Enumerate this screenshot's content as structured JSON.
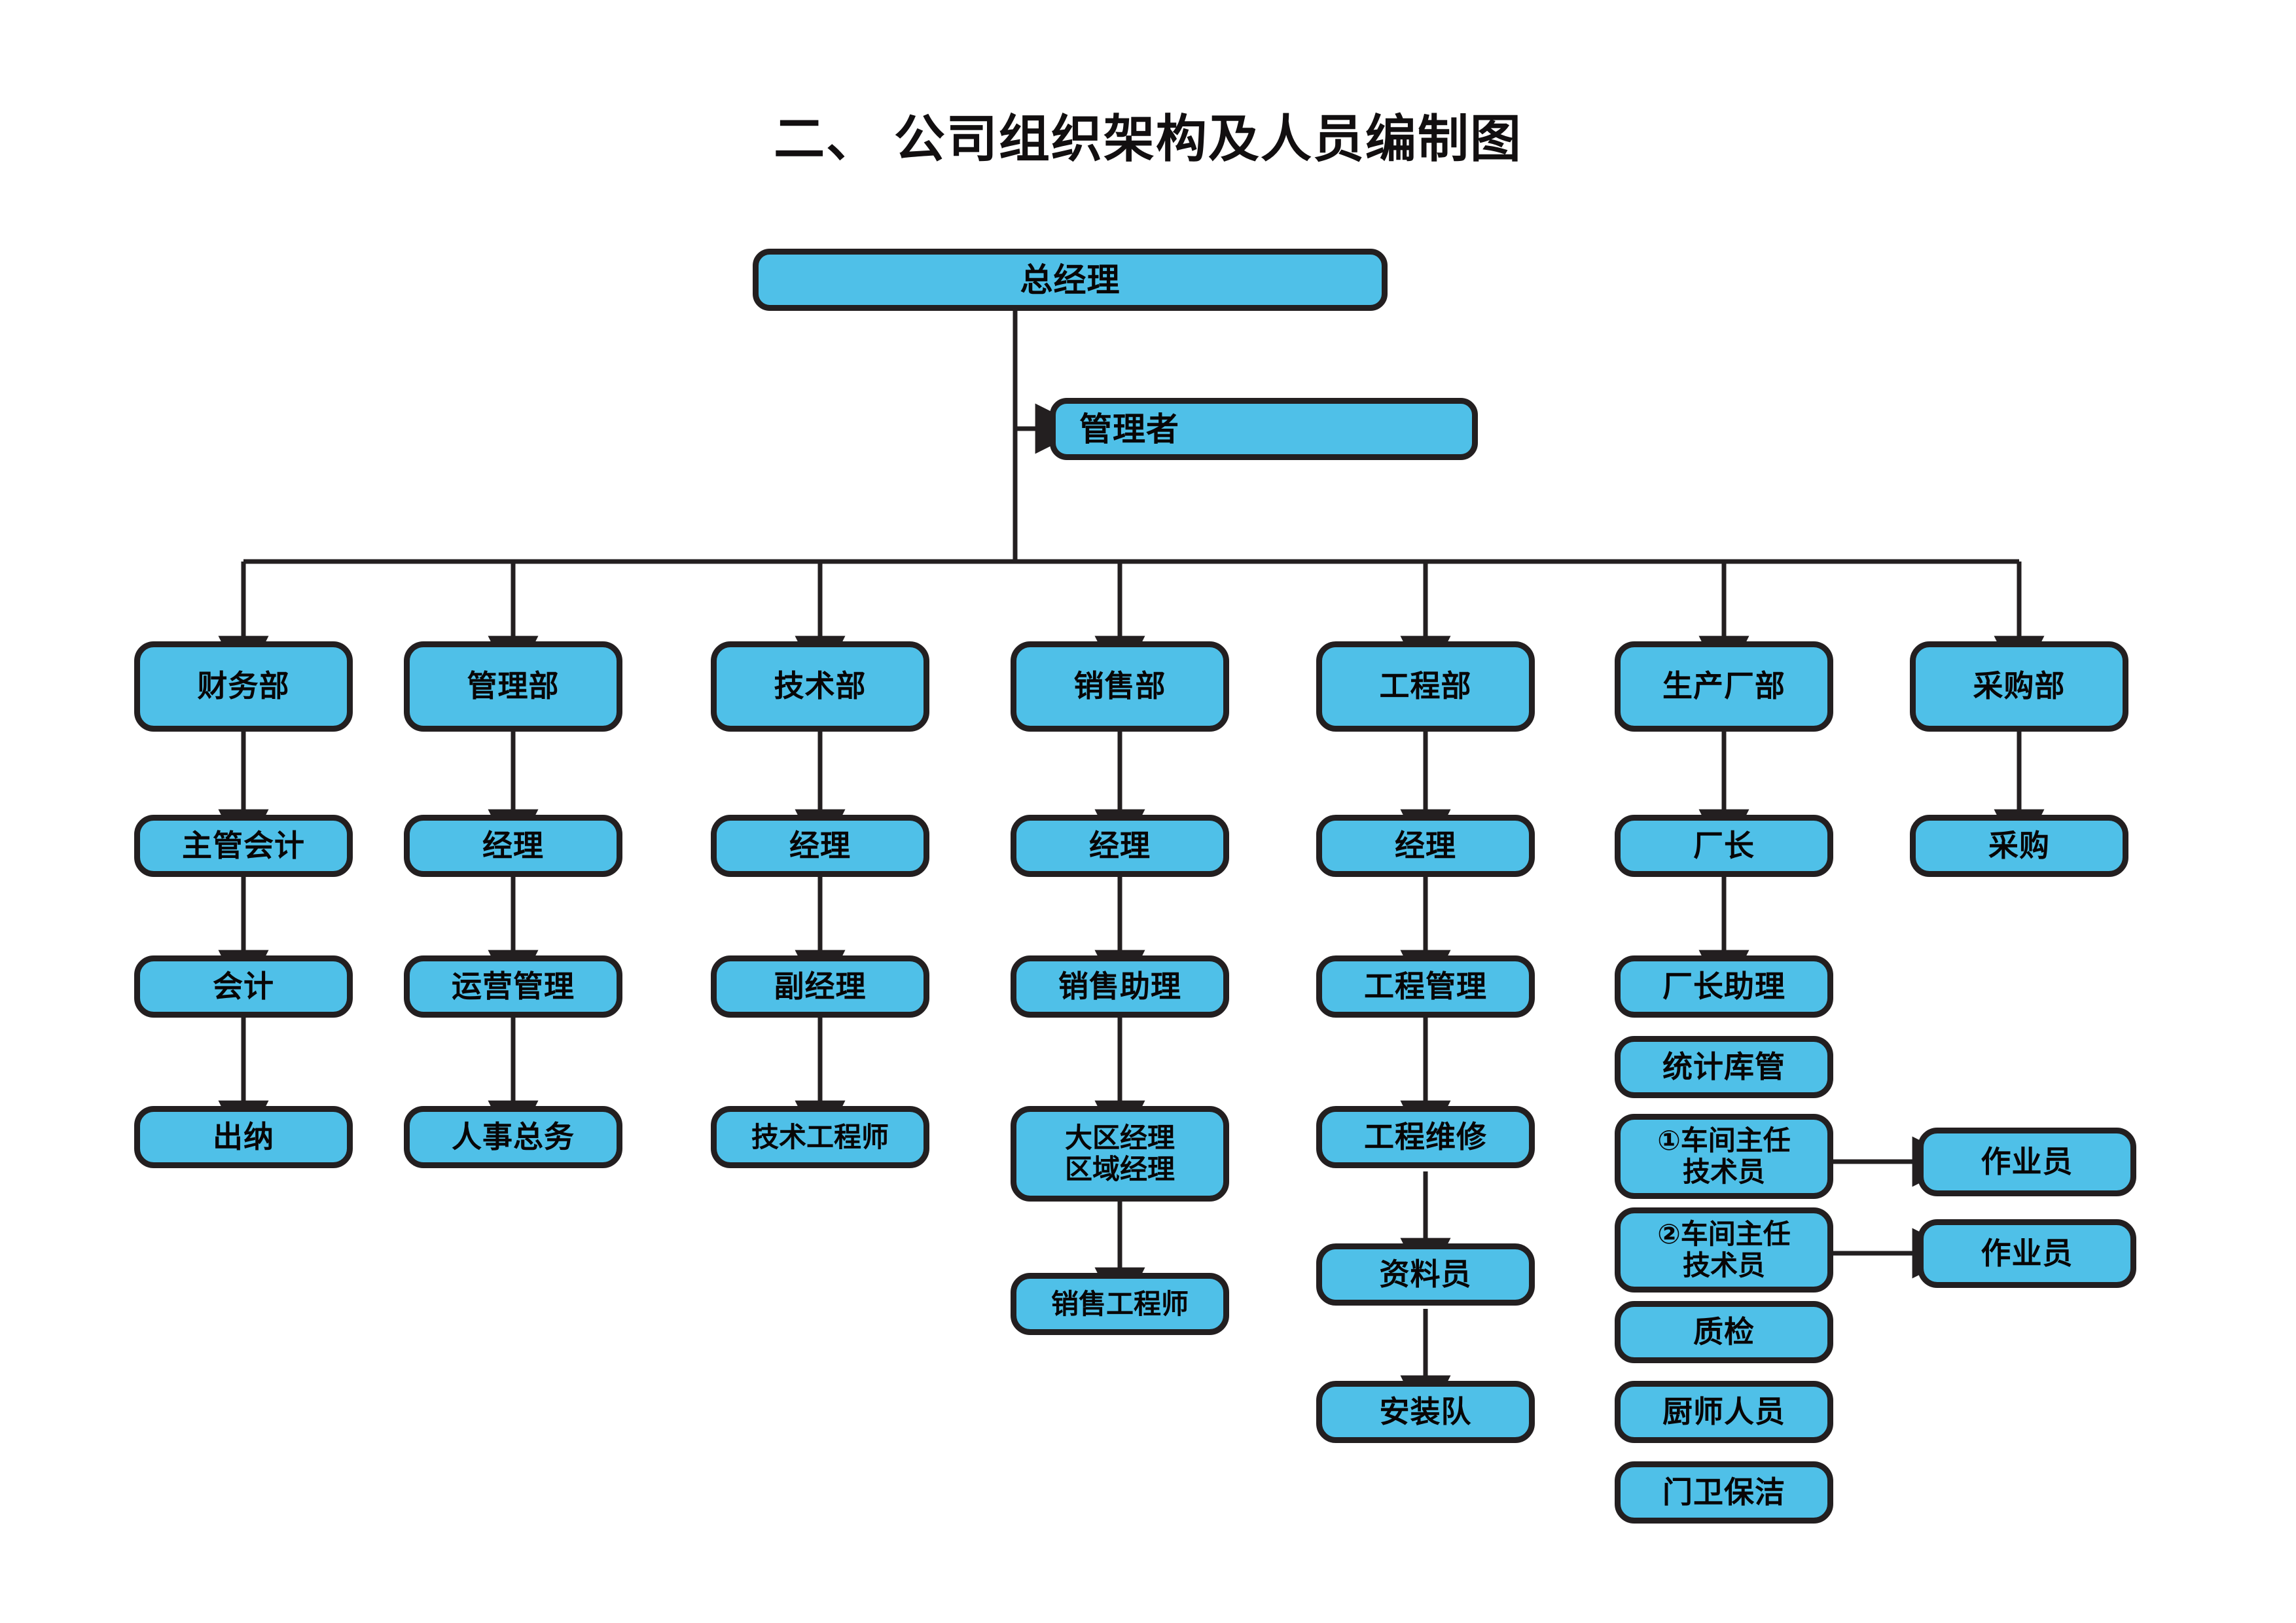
{
  "document": {
    "title": "二、 公司组织架构及人员编制图",
    "background_color": "#ffffff"
  },
  "style": {
    "node_fill": "#4fc0e8",
    "node_border": "#231f20",
    "text_color": "#080606",
    "connector_color": "#231f20"
  },
  "top": {
    "general_manager": "总经理",
    "manager": "管理者"
  },
  "departments": [
    {
      "name": "财务部",
      "chain": [
        "主管会计",
        "会计",
        "出纳"
      ]
    },
    {
      "name": "管理部",
      "chain": [
        "经理",
        "运营管理",
        "人事总务"
      ]
    },
    {
      "name": "技术部",
      "chain": [
        "经理",
        "副经理",
        "技术工程师"
      ]
    },
    {
      "name": "销售部",
      "chain": [
        "经理",
        "销售助理",
        "大区经理\n区域经理",
        "销售工程师"
      ]
    },
    {
      "name": "工程部",
      "chain": [
        "经理",
        "工程管理",
        "工程维修",
        "资料员",
        "安装队"
      ]
    },
    {
      "name": "生产厂部",
      "chain": [
        "厂长",
        "厂长助理",
        "统计库管",
        "①车间主任\n技术员",
        "②车间主任\n技术员",
        "质检",
        "厨师人员",
        "门卫保洁"
      ],
      "side_nodes": [
        "作业员",
        "作业员"
      ]
    },
    {
      "name": "采购部",
      "chain": [
        "采购"
      ]
    }
  ]
}
